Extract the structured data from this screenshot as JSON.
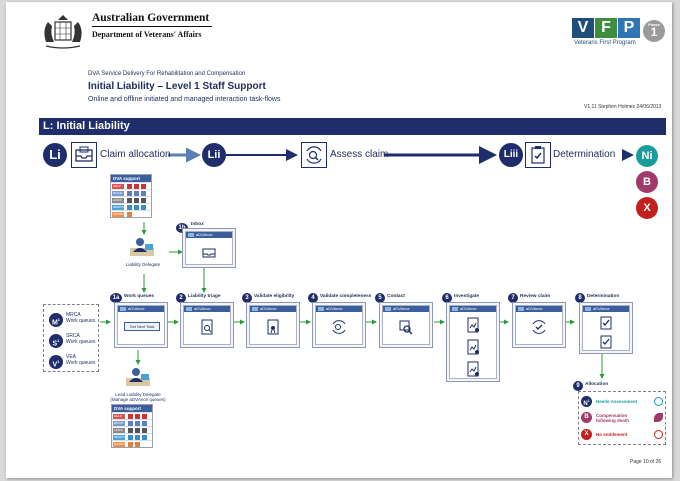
{
  "header": {
    "gov_title": "Australian Government",
    "department": "Department of Veterans' Affairs",
    "logo_letters": [
      "V",
      "F",
      "P"
    ],
    "logo_colors": [
      "#1f4e79",
      "#3f8e3f",
      "#2e75b6"
    ],
    "logo_tagline": "Veterans First Program",
    "badge_number": "1",
    "badge_text": "Phase"
  },
  "doc": {
    "subtitle_top": "DVA Service Delivery For Rehabilitation and Compensation",
    "title": "Initial Liability – Level 1 Staff Support",
    "subtitle": "Online and offline initiated and managed interaction task-flows",
    "version": "V1.11 Stephen Holmes 24/06/2013",
    "page": "Page 10 of 26"
  },
  "banner": "L: Initial Liability",
  "stages": [
    {
      "code": "Li",
      "label": "Claim allocation",
      "icon": "inbox-tray-icon"
    },
    {
      "code": "Lii",
      "label": "Assess claim",
      "icon": "magnify-cycle-icon"
    },
    {
      "code": "Liii",
      "label": "Determination",
      "icon": "clipboard-check-icon"
    }
  ],
  "outcomes": [
    {
      "code": "Ni",
      "color": "#1a9c9c"
    },
    {
      "code": "B",
      "color": "#a03a6a"
    },
    {
      "code": "X",
      "color": "#c0201e"
    }
  ],
  "support_box": {
    "title": "DVA support",
    "rows": [
      {
        "label": "HELP",
        "color": "#d9534f"
      },
      {
        "label": "ROOS",
        "color": "#7a9cd1"
      },
      {
        "label": "LINKS",
        "color": "#8a8a8a"
      },
      {
        "label": "DESKTOP",
        "color": "#4aa3d8"
      },
      {
        "label": "MATRICS",
        "color": "#f0904a"
      }
    ]
  },
  "roles": {
    "liability_delegate": "Liability Delegate",
    "lead_delegate_line1": "Lead Liability Delegate",
    "lead_delegate_line2": "(Manage aDVAnce queues)"
  },
  "inbox": {
    "num": "1b",
    "label": "Inbox"
  },
  "app_name": "aDVAnce",
  "steps": [
    {
      "num": "1a",
      "label": "Work queues",
      "button": "Get Next Task"
    },
    {
      "num": "2",
      "label": "Liability triage"
    },
    {
      "num": "3",
      "label": "Validate eligibility"
    },
    {
      "num": "4",
      "label": "Validate completeness"
    },
    {
      "num": "5",
      "label": "Contact"
    },
    {
      "num": "6",
      "label": "Investigate"
    },
    {
      "num": "7",
      "label": "Review claim"
    },
    {
      "num": "8",
      "label": "Determination"
    }
  ],
  "schemes": [
    {
      "code": "M",
      "sup": "1",
      "line1": "MRCA",
      "line2": "Work queues"
    },
    {
      "code": "S",
      "sup": "1",
      "line1": "SRCA",
      "line2": "Work queues"
    },
    {
      "code": "V",
      "sup": "1",
      "line1": "VEA",
      "line2": "Work queues"
    }
  ],
  "allocation": {
    "num": "9",
    "label": "Allocation",
    "rows": [
      {
        "code": "N",
        "sup": "1",
        "text": "Needs Assessment",
        "color": "#1a9c9c"
      },
      {
        "code": "B",
        "text": "Compensation following death",
        "color": "#a03a6a"
      },
      {
        "code": "X",
        "text": "No entitlement",
        "color": "#c0201e"
      }
    ]
  }
}
